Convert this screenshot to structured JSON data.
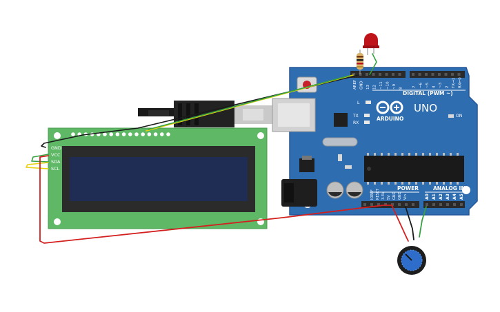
{
  "arduino": {
    "logo_text": "ARDUINO",
    "model": "UNO",
    "digital_header_label": "DIGITAL (PWM ~)",
    "power_header_label": "POWER",
    "analog_header_label": "ANALOG IN",
    "on_label": "ON",
    "l_label": "L",
    "tx_label": "TX",
    "rx_label": "RX",
    "digital_pins_left": [
      "AREF",
      "GND",
      "13",
      "12",
      "~11",
      "~10",
      "~9",
      "8"
    ],
    "digital_pins_right": [
      "7",
      "~6",
      "~5",
      "4",
      "~3",
      "2",
      "TX→1",
      "RX←0"
    ],
    "power_pins": [
      "IOREF",
      "RESET",
      "3.3V",
      "5V",
      "GND",
      "GND",
      "Vin"
    ],
    "analog_pins": [
      "A0",
      "A1",
      "A2",
      "A3",
      "A4",
      "A5"
    ],
    "board_color": "#2f6db1",
    "header_color": "#2a2a2a"
  },
  "lcd": {
    "pins": [
      "GND",
      "VCC",
      "SDA",
      "SCL"
    ],
    "pcb_color": "#5eb865",
    "screen_color": "#1f2d55"
  },
  "components": {
    "led_color": "#c0141b",
    "pot_color": "#2e6dc9"
  },
  "wires": {
    "red": "#d41f1f",
    "black": "#1a1a1a",
    "green": "#37a142",
    "yellow": "#e5d20b"
  }
}
